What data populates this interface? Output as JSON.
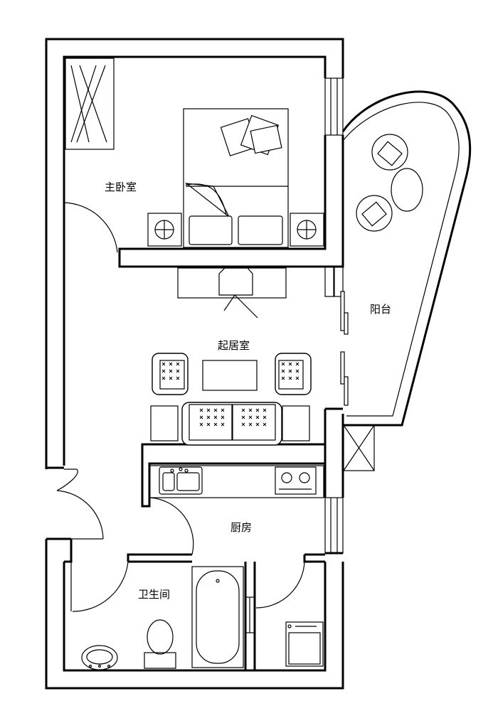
{
  "rooms": {
    "master_bedroom": "主卧室",
    "living_room": "起居室",
    "balcony": "阳台",
    "kitchen": "厨房",
    "bathroom": "卫生间"
  }
}
